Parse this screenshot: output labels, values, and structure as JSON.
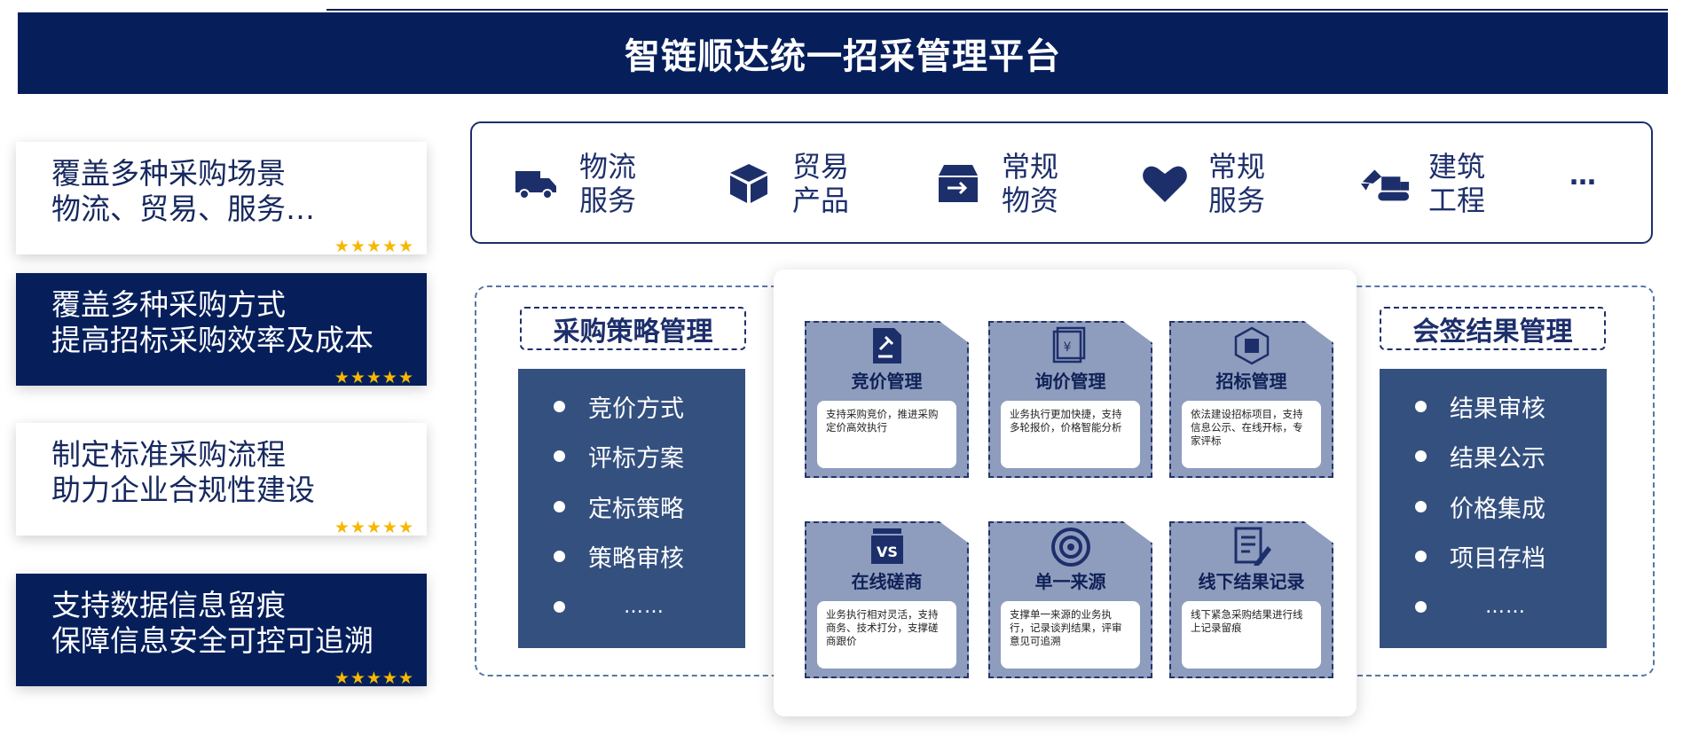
{
  "title": "智链顺达统一招采管理平台",
  "features": [
    {
      "line1": "覆盖多种采购场景",
      "line2": "物流、贸易、服务…",
      "stars": "★★★★★"
    },
    {
      "line1": "覆盖多种采购方式",
      "line2": "提高招标采购效率及成本",
      "stars": "★★★★★"
    },
    {
      "line1": "制定标准采购流程",
      "line2": "助力企业合规性建设",
      "stars": "★★★★★"
    },
    {
      "line1": "支持数据信息留痕",
      "line2": "保障信息安全可控可追溯",
      "stars": "★★★★★"
    }
  ],
  "categories": [
    {
      "line1": "物流",
      "line2": "服务",
      "icon": "truck-icon"
    },
    {
      "line1": "贸易",
      "line2": "产品",
      "icon": "box-icon"
    },
    {
      "line1": "常规",
      "line2": "物资",
      "icon": "package-icon"
    },
    {
      "line1": "常规",
      "line2": "服务",
      "icon": "heart-icon"
    },
    {
      "line1": "建筑",
      "line2": "工程",
      "icon": "excavator-icon"
    }
  ],
  "categories_more": "…",
  "strategy": {
    "title": "采购策略管理",
    "items": [
      "竞价方式",
      "评标方案",
      "定标策略",
      "策略审核",
      "……"
    ]
  },
  "result": {
    "title": "会签结果管理",
    "items": [
      "结果审核",
      "结果公示",
      "价格集成",
      "项目存档",
      "……"
    ]
  },
  "modules": [
    {
      "title": "竞价管理",
      "desc": "支持采购竞价，推进采购定价高效执行",
      "icon": "auction-icon"
    },
    {
      "title": "询价管理",
      "desc": "业务执行更加快捷，支持多轮报价，价格智能分析",
      "icon": "price-inquiry-icon"
    },
    {
      "title": "招标管理",
      "desc": "依法建设招标项目，支持信息公示、在线开标，专家评标",
      "icon": "tender-icon"
    },
    {
      "title": "在线磋商",
      "desc": "业务执行相对灵活，支持商务、技术打分，支撑磋商跟价",
      "icon": "vs-icon"
    },
    {
      "title": "单一来源",
      "desc": "支撑单一来源的业务执行，记录谈判结果，评审意见可追溯",
      "icon": "target-icon"
    },
    {
      "title": "线下结果记录",
      "desc": "线下紧急采购结果进行线上记录留痕",
      "icon": "record-icon"
    }
  ],
  "colors": {
    "navy": "#061f5b",
    "panel": "#34507f",
    "module": "#8e9dbd",
    "star": "#f5b800"
  }
}
